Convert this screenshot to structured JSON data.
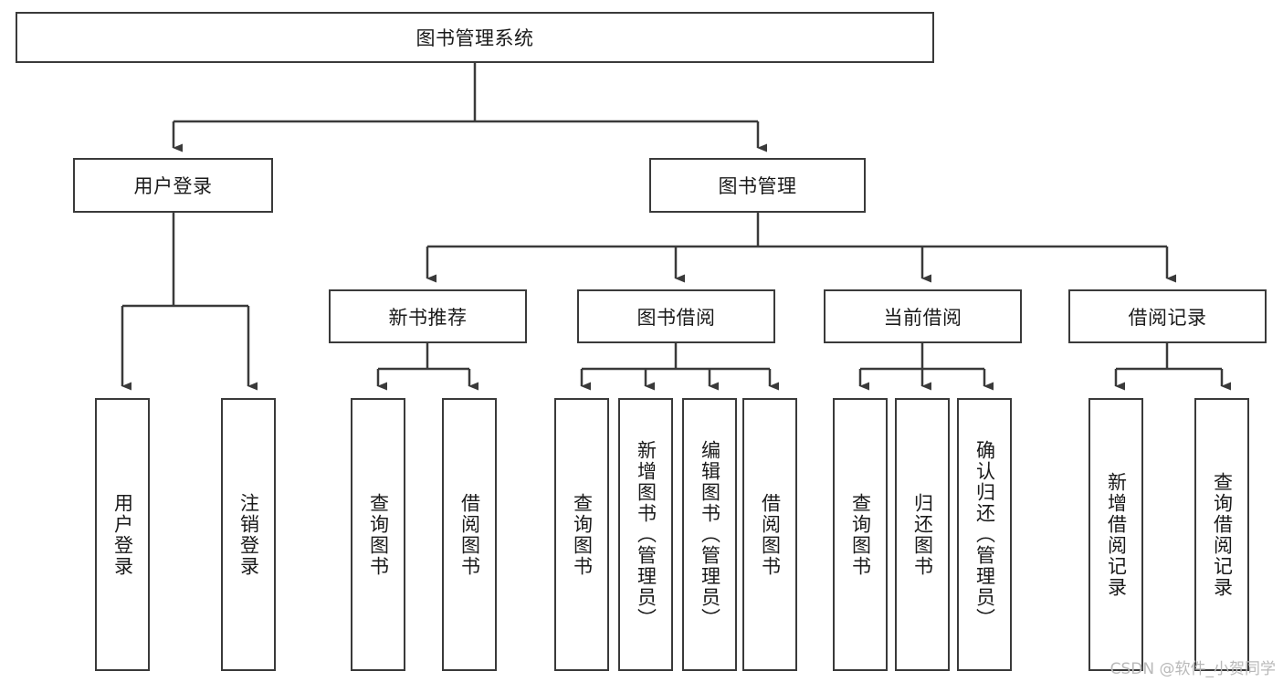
{
  "diagram": {
    "title": "图书管理系统",
    "type": "tree",
    "watermark": "CSDN @软件_小贺同学",
    "colors": {
      "box_border": "#3a3a3a",
      "box_fill": "#ffffff",
      "line": "#3a3a3a",
      "text": "#1a1a1a",
      "watermark": "#b9b9b9"
    },
    "nodes": {
      "root": {
        "label": "图书管理系统"
      },
      "level2": [
        {
          "id": "user_login",
          "label": "用户登录"
        },
        {
          "id": "book_manage",
          "label": "图书管理"
        }
      ],
      "level3": [
        {
          "id": "new_book_rec",
          "label": "新书推荐"
        },
        {
          "id": "book_borrow",
          "label": "图书借阅"
        },
        {
          "id": "current_borrow",
          "label": "当前借阅"
        },
        {
          "id": "borrow_record",
          "label": "借阅记录"
        }
      ],
      "leaves": {
        "user_login": [
          {
            "id": "leaf_user_login",
            "label": "用户登录"
          },
          {
            "id": "leaf_logout",
            "label": "注销登录"
          }
        ],
        "new_book_rec": [
          {
            "id": "leaf_query_book_1",
            "label": "查询图书"
          },
          {
            "id": "leaf_borrow_book_1",
            "label": "借阅图书"
          }
        ],
        "book_borrow": [
          {
            "id": "leaf_query_book_2",
            "label": "查询图书"
          },
          {
            "id": "leaf_add_book",
            "label": "新增图书（管理员）"
          },
          {
            "id": "leaf_edit_book",
            "label": "编辑图书（管理员）"
          },
          {
            "id": "leaf_borrow_book_2",
            "label": "借阅图书"
          }
        ],
        "current_borrow": [
          {
            "id": "leaf_query_book_3",
            "label": "查询图书"
          },
          {
            "id": "leaf_return_book",
            "label": "归还图书"
          },
          {
            "id": "leaf_confirm_return",
            "label": "确认归还（管理员）"
          }
        ],
        "borrow_record": [
          {
            "id": "leaf_add_record",
            "label": "新增借阅记录"
          },
          {
            "id": "leaf_query_record",
            "label": "查询借阅记录"
          }
        ]
      }
    }
  }
}
